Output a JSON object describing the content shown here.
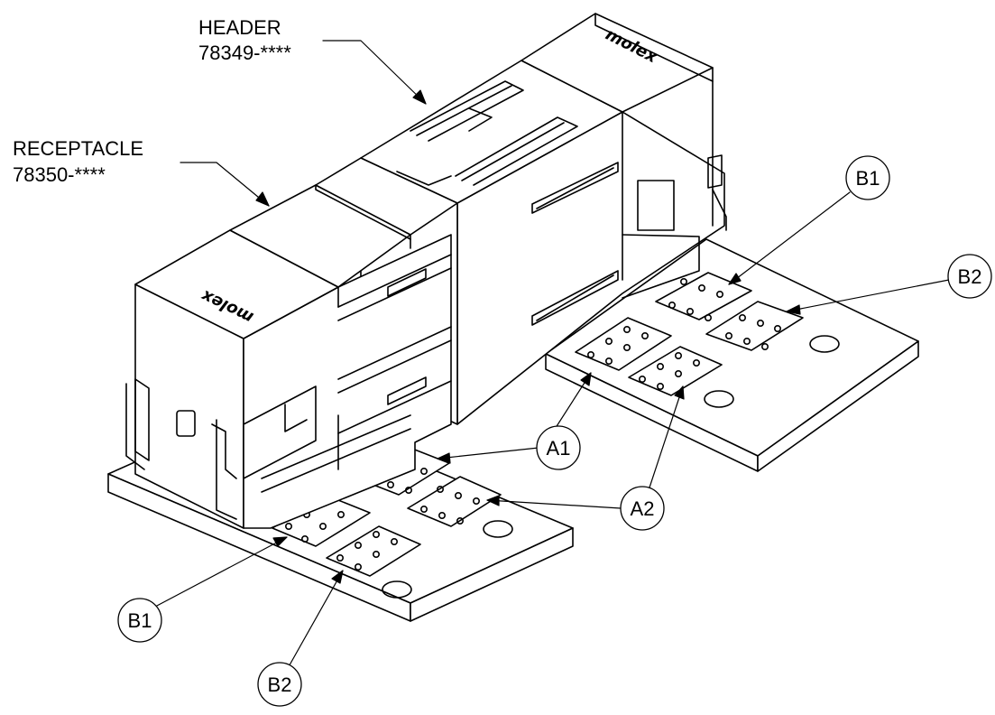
{
  "callouts": {
    "header_title": "HEADER",
    "header_part": "78349-****",
    "receptacle_title": "RECEPTACLE",
    "receptacle_part": "78350-****"
  },
  "bubbles": {
    "b1_right": "B1",
    "b2_right": "B2",
    "a1": "A1",
    "a2": "A2",
    "b1_left": "B1",
    "b2_left": "B2"
  },
  "logos": {
    "top_right": "molex",
    "left": "molex"
  }
}
